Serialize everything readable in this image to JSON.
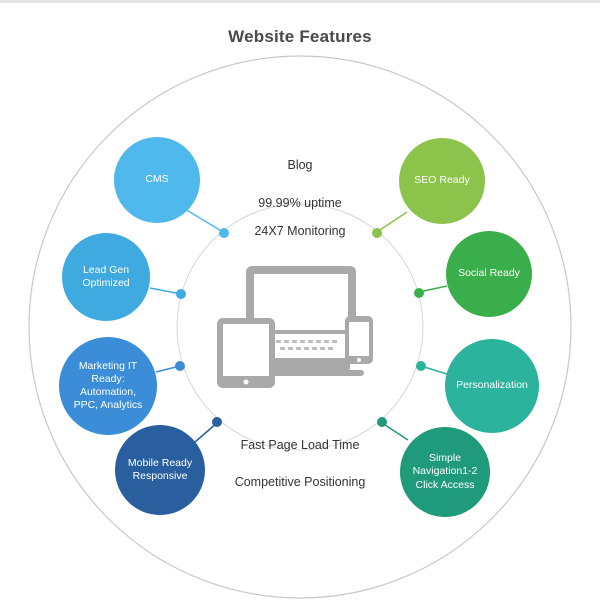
{
  "title": "Website Features",
  "center_items": {
    "blog": "Blog",
    "uptime": "99.99% uptime",
    "monitoring": "24X7 Monitoring",
    "fast_load": "Fast Page Load Time",
    "competitive": "Competitive Positioning"
  },
  "features_left": [
    {
      "label": "CMS",
      "color": "#4fb8ec"
    },
    {
      "label": "Lead Gen Optimized",
      "color": "#3eaadf"
    },
    {
      "label": "Marketing IT Ready: Automation, PPC, Analytics",
      "color": "#3a8dd6"
    },
    {
      "label": "Mobile Ready Responsive",
      "color": "#295f9e"
    }
  ],
  "features_right": [
    {
      "label": "SEO Ready",
      "color": "#8cc34b"
    },
    {
      "label": "Social Ready",
      "color": "#3aae4a"
    },
    {
      "label": "Personalization",
      "color": "#2bb39d"
    },
    {
      "label": "Simple Navigation1-2 Click Access",
      "color": "#1f9a7a"
    }
  ],
  "colors": {
    "outer_ring": "#c8c8c8",
    "inner_ring": "#d6d6d6",
    "devices": "#a9a9a9"
  },
  "icon": "devices-icon"
}
